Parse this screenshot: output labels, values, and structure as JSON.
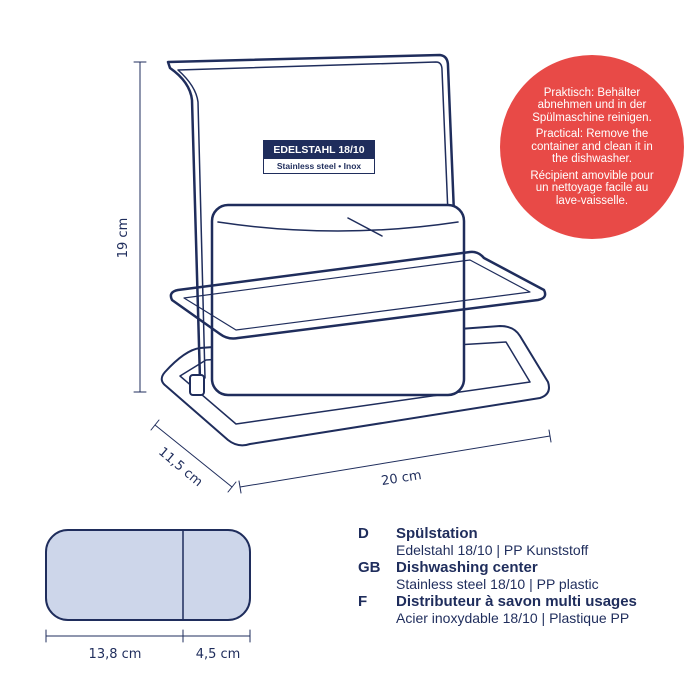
{
  "colors": {
    "navy": "#1f2d5c",
    "red": "#e84a47",
    "fill": "#cdd6ea"
  },
  "dimensions": {
    "height": "19 cm",
    "depth": "11,5 cm",
    "width": "20 cm",
    "compartment_large": "13,8 cm",
    "compartment_small": "4,5 cm"
  },
  "label": {
    "title": "EDELSTAHL 18/10",
    "subtitle": "Stainless steel • Inox"
  },
  "badge": {
    "de": "Praktisch: Behälter abnehmen und in der Spülmaschine reinigen.",
    "en": "Practical: Remove the container and clean it in the dishwasher.",
    "fr": "Récipient amovible pour un nettoyage facile au lave-vaisselle."
  },
  "legend": [
    {
      "code": "D",
      "title": "Spülstation",
      "material": "Edelstahl 18/10 | PP Kunststoff"
    },
    {
      "code": "GB",
      "title": "Dishwashing center",
      "material": "Stainless steel 18/10 | PP plastic"
    },
    {
      "code": "F",
      "title": "Distributeur à savon multi usages",
      "material": "Acier inoxydable 18/10 | Plastique PP"
    }
  ]
}
